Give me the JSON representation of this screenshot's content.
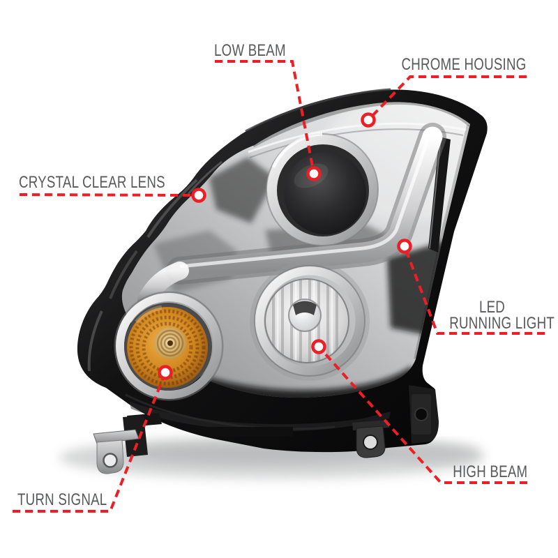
{
  "style": {
    "background": "#ffffff",
    "callout_red": "#ec1f27",
    "label_gray": "#58595b",
    "marker_fill": "#ffffff",
    "housing_black": "#0c0c0d",
    "chrome_light": "#f2f2f3",
    "chrome_mid": "#b5b6b8",
    "chrome_dark": "#7d7e80",
    "amber": "#cd8427",
    "amber_dark": "#66350b"
  },
  "callouts": [
    {
      "id": "low-beam",
      "label": "LOW BEAM"
    },
    {
      "id": "chrome-housing",
      "label": "CHROME HOUSING"
    },
    {
      "id": "crystal-clear-lens",
      "label": "CRYSTAL CLEAR LENS"
    },
    {
      "id": "led-running-light",
      "label": "LED RUNNING LIGHT",
      "line1": "LED",
      "line2": "RUNNING LIGHT"
    },
    {
      "id": "high-beam",
      "label": "HIGH BEAM"
    },
    {
      "id": "turn-signal",
      "label": "TURN SIGNAL"
    }
  ]
}
